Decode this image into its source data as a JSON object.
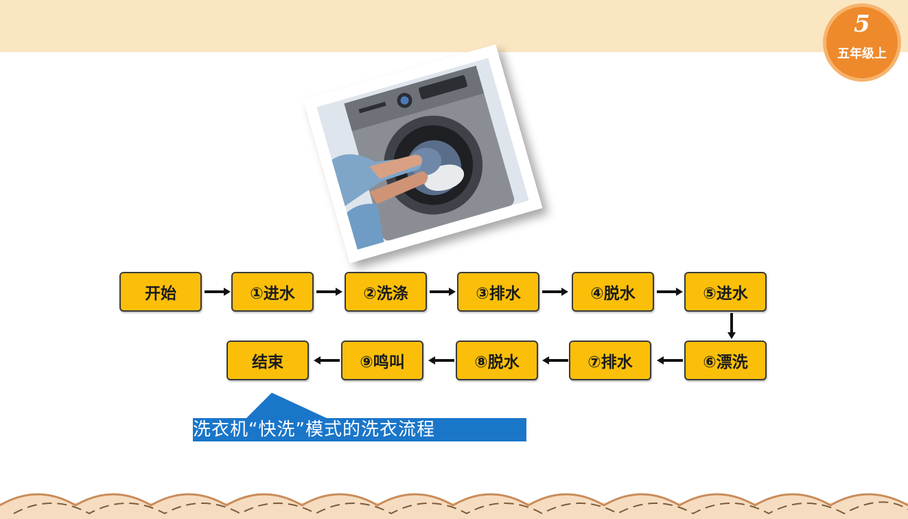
{
  "badge": {
    "number": "5",
    "grade": "五年级上"
  },
  "flow": {
    "steps": [
      "开始",
      "①进水",
      "②洗涤",
      "③排水",
      "④脱水",
      "⑤进水",
      "⑥漂洗",
      "⑦排水",
      "⑧脱水",
      "⑨鸣叫",
      "结束"
    ]
  },
  "caption": {
    "text": "洗衣机“快洗”模式的洗衣流程"
  },
  "colors": {
    "step_fill": "#fbbf09",
    "caption_bg": "#1a76c9",
    "top_band": "#fbe6c2",
    "badge": "#ee8a2c"
  }
}
